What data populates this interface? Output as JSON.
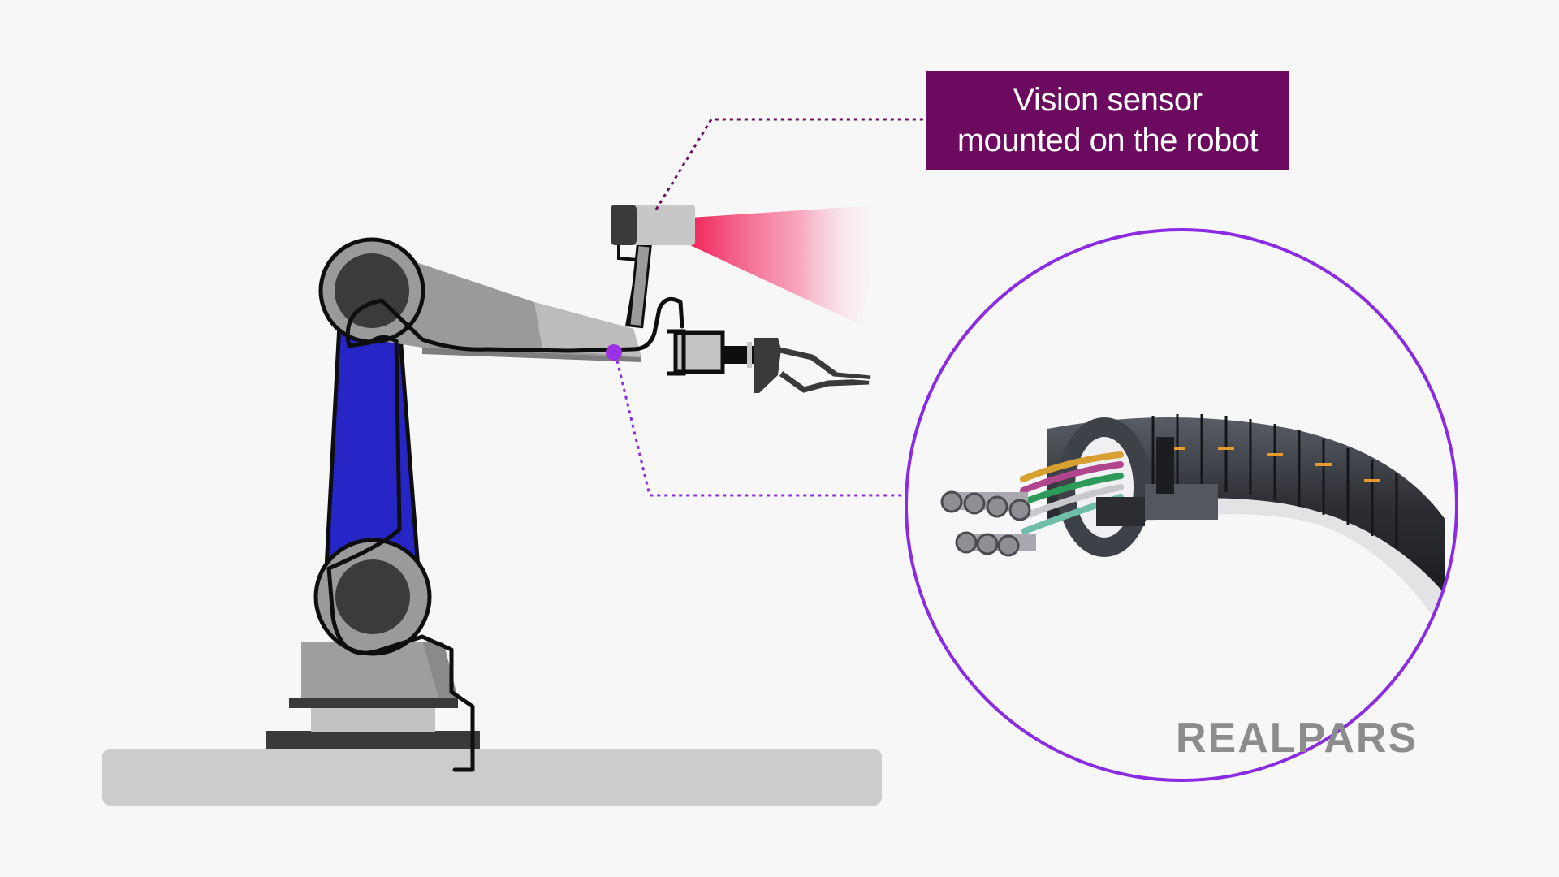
{
  "callout": {
    "line1": "Vision sensor",
    "line2": "mounted on the robot"
  },
  "logo": {
    "text": "REALPARS"
  },
  "colors": {
    "background": "#f7f7f8",
    "callout_bg": "#6b0a5e",
    "highlight_circle": "#8a2be2",
    "robot_lower_arm": "#2424c8",
    "robot_body": "#9a9a9a",
    "robot_joint": "#3a3a3a",
    "sensor_beam": "#f0245a",
    "ground": "#cccccc",
    "logo_gray": "#8c8c8c"
  },
  "icons": {
    "sensor": "vision-sensor-icon",
    "gripper": "gripper-icon",
    "cable_carrier": "cable-carrier-icon"
  }
}
